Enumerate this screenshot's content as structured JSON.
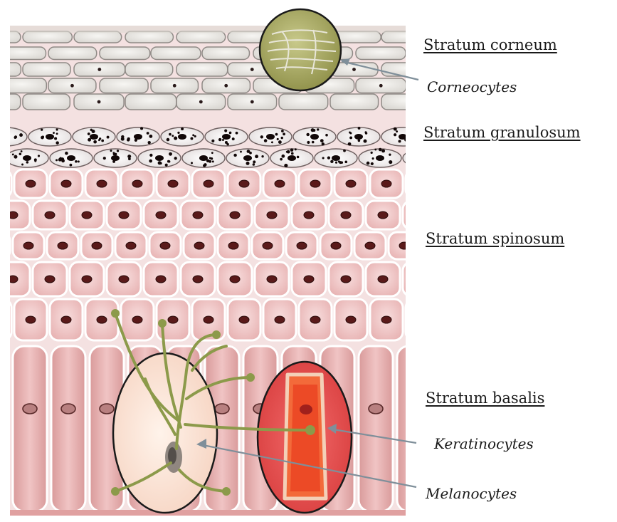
{
  "layers": {
    "corneum": "Stratum corneum",
    "granulosum": "Stratum granulosum",
    "spinosum": "Stratum spinosum",
    "basalis": "Stratum basalis"
  },
  "cells": {
    "corneocytes": "Corneocytes",
    "keratinocytes": "Keratinocytes",
    "melanocytes": "Melanocytes"
  },
  "colors": {
    "corneum_cell": "#efeeea",
    "granulosum_cell": "#f2f0ef",
    "spinosum_cell": "#f1c9c9",
    "basal_cell": "#e8b1b1",
    "nucleus": "#5a1a1a",
    "keratinocyte_lens": "#e85a5a",
    "melanocyte_lens": "#fbe4d9",
    "dendrite": "#8c9a4a",
    "corneocyte_lens": "#9a9a56",
    "pointer": "#7f8f9a"
  }
}
